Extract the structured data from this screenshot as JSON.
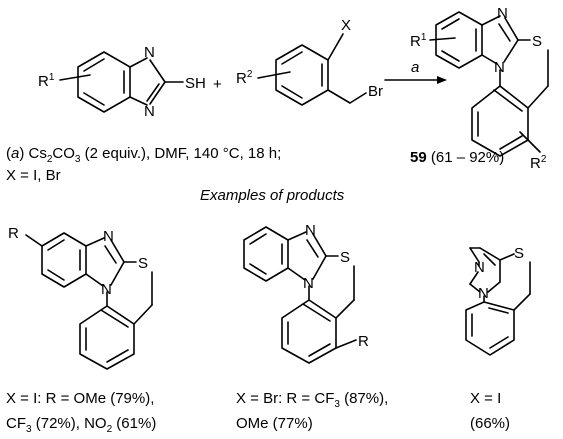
{
  "reaction": {
    "r1_label": "R",
    "r1_sup": "1",
    "r2_label": "R",
    "r2_sup": "2",
    "sh_label": "SH",
    "plus": "+",
    "x_label": "X",
    "br_label": "Br",
    "n_label": "N",
    "s_label": "S",
    "arrow_label": "a",
    "conditions_open": "(",
    "conditions_a": "a",
    "conditions_close": ") Cs",
    "conditions_sub1": "2",
    "conditions_mid": "CO",
    "conditions_sub2": "3",
    "conditions_tail": " (2 equiv.), DMF, 140 °C, 18 h;",
    "conditions_line2": "X = I, Br",
    "product_number": "59",
    "product_yield": " (61 – 92%)"
  },
  "examples_heading": "Examples of products",
  "examples": [
    {
      "sub_label": "R",
      "line1": "X = I: R = OMe (79%),",
      "line2_a": "CF",
      "line2_sub": "3",
      "line2_b": " (72%), NO",
      "line2_sub2": "2",
      "line2_c": " (61%)"
    },
    {
      "sub_label": "R",
      "line1_a": "X = Br: R = CF",
      "line1_sub": "3",
      "line1_b": " (87%),",
      "line2": "OMe (77%)"
    },
    {
      "line1": "X = I",
      "line2": "(66%)"
    }
  ]
}
